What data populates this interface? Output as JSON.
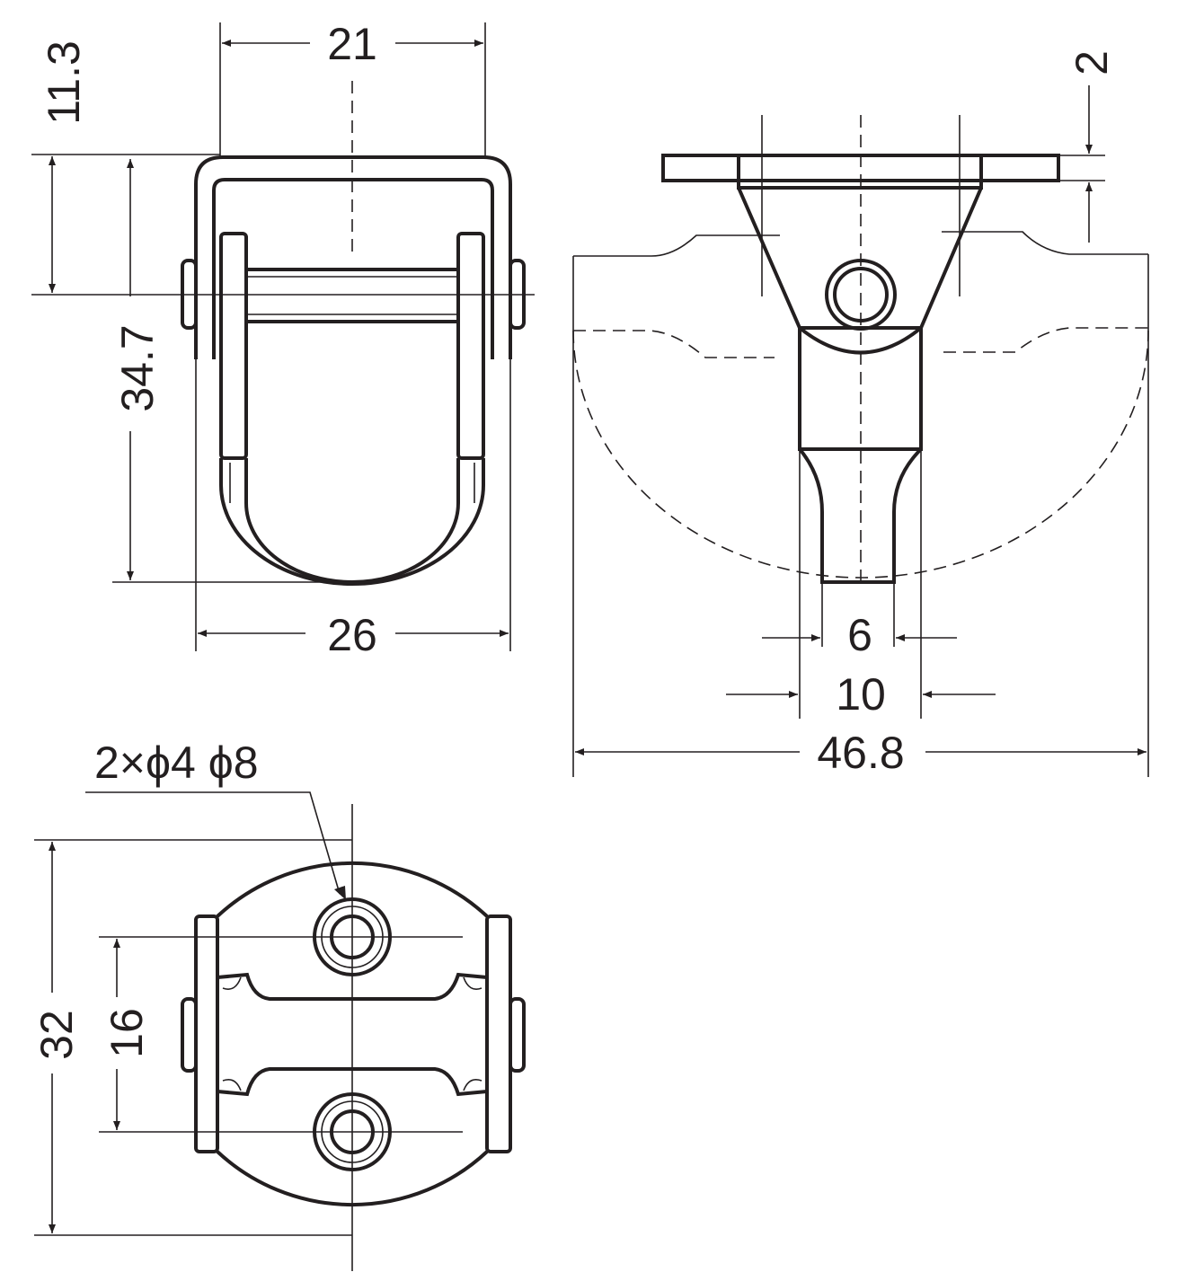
{
  "title": "Hinge bracket technical drawing",
  "dimensions": {
    "front_width_top": "21",
    "front_offset": "11.3",
    "front_height": "34.7",
    "front_width_bottom": "26",
    "side_plate_thickness": "2",
    "side_tip_width": "6",
    "side_stem_width": "10",
    "side_swing_width": "46.8",
    "bottom_hole_note": "2×ϕ4 ϕ8",
    "bottom_hole_pitch": "16",
    "bottom_height": "32"
  },
  "colors": {
    "line": "#231f20",
    "background": "#ffffff"
  }
}
